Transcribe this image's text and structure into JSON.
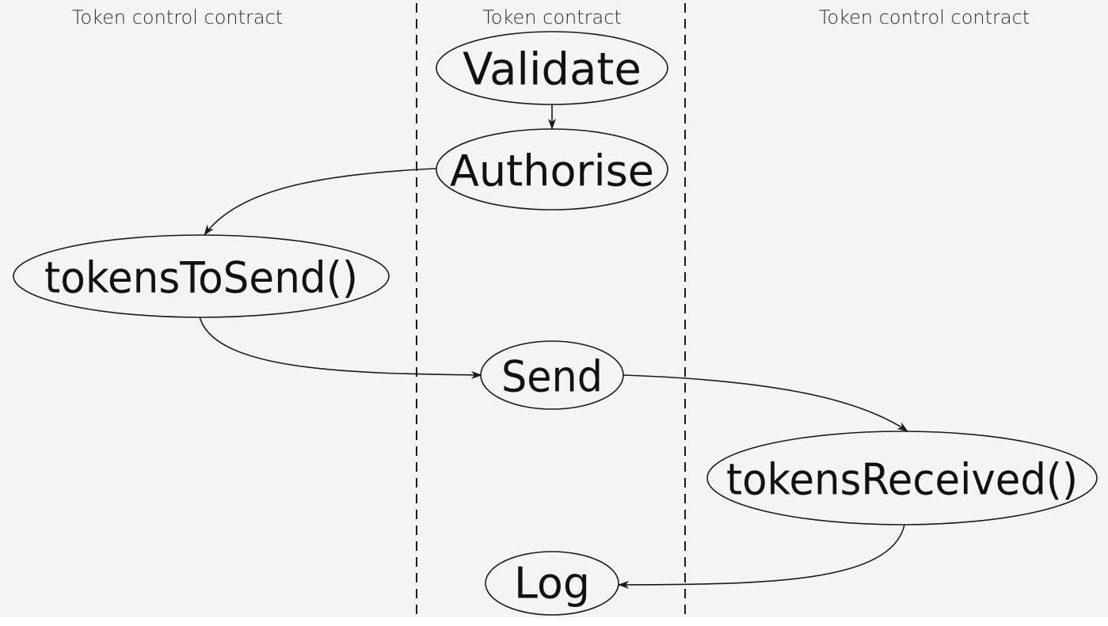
{
  "lanes": {
    "left": "Token control contract",
    "center": "Token contract",
    "right": "Token control contract"
  },
  "nodes": {
    "validate": "Validate",
    "authorise": "Authorise",
    "tokens_to_send": "tokensToSend()",
    "send": "Send",
    "tokens_received": "tokensReceived()",
    "log": "Log"
  },
  "edges": [
    {
      "from": "Validate",
      "to": "Authorise"
    },
    {
      "from": "Authorise",
      "to": "tokensToSend()"
    },
    {
      "from": "tokensToSend()",
      "to": "Send"
    },
    {
      "from": "Send",
      "to": "tokensReceived()"
    },
    {
      "from": "tokensReceived()",
      "to": "Log"
    }
  ]
}
